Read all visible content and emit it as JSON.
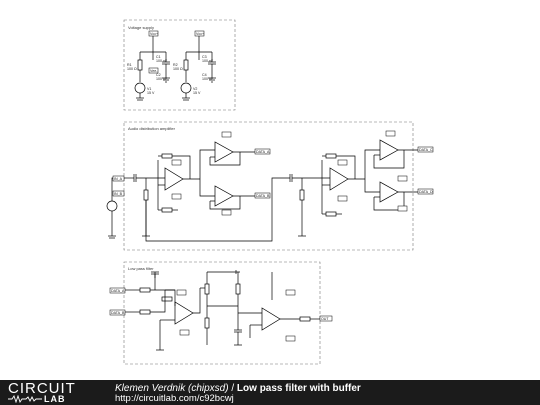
{
  "sections": {
    "voltage_supply": "Voltage supply",
    "audio_distribution": "Audio distribution amplifier",
    "low_pass": "Low pass filter"
  },
  "nets": {
    "vcc": "Vcc+",
    "vee": "Vee-",
    "data_a": "DATA_A",
    "data_b": "DATA_B",
    "data_c": "DATA_C",
    "data_d": "DATA_D",
    "in_a": "IN_A",
    "in_b": "IN_B",
    "out": "OUT"
  },
  "components": {
    "c1": "C1\n100 nF",
    "c2": "C2\n100 nF",
    "c3": "C3\n100 nF",
    "c4": "C4\n100 nF",
    "r1": "R1\n100 Ω",
    "r2": "R2\n100 Ω",
    "v1": "V1\n15 V",
    "v2": "V2\n15 V"
  },
  "footer": {
    "logo_top": "CIRCUIT",
    "logo_bottom": "LAB",
    "author": "Klemen Verdnik (chipxsd)",
    "separator": " / ",
    "title": "Low pass filter with buffer",
    "url": "http://circuitlab.com/c92bcwj"
  }
}
